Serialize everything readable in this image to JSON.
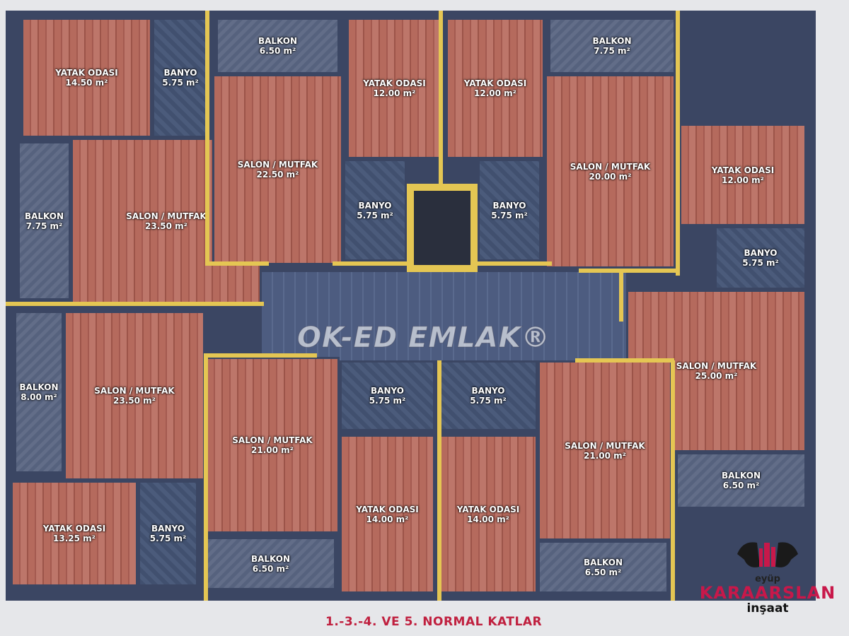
{
  "rooms": [
    {
      "name": "YATAK ODASI",
      "area": "14.50 m²",
      "kind": "wood"
    },
    {
      "name": "BANYO",
      "area": "5.75 m²",
      "kind": "wet"
    },
    {
      "name": "SALON / MUTFAK",
      "area": "23.50 m²",
      "kind": "wood"
    },
    {
      "name": "BALKON",
      "area": "7.75 m²",
      "kind": "balk"
    },
    {
      "name": "BALKON",
      "area": "6.50 m²",
      "kind": "balk"
    },
    {
      "name": "SALON / MUTFAK",
      "area": "22.50 m²",
      "kind": "wood"
    },
    {
      "name": "YATAK ODASI",
      "area": "12.00 m²",
      "kind": "wood"
    },
    {
      "name": "YATAK ODASI",
      "area": "12.00 m²",
      "kind": "wood"
    },
    {
      "name": "BANYO",
      "area": "5.75 m²",
      "kind": "wet"
    },
    {
      "name": "BANYO",
      "area": "5.75 m²",
      "kind": "wet"
    },
    {
      "name": "BALKON",
      "area": "7.75 m²",
      "kind": "balk"
    },
    {
      "name": "SALON / MUTFAK",
      "area": "20.00 m²",
      "kind": "wood"
    },
    {
      "name": "YATAK ODASI",
      "area": "12.00 m²",
      "kind": "wood"
    },
    {
      "name": "BANYO",
      "area": "5.75 m²",
      "kind": "wet"
    },
    {
      "name": "SALON / MUTFAK",
      "area": "25.00 m²",
      "kind": "wood"
    },
    {
      "name": "BALKON",
      "area": "6.50 m²",
      "kind": "balk"
    },
    {
      "name": "BALKON",
      "area": "8.00 m²",
      "kind": "balk"
    },
    {
      "name": "SALON / MUTFAK",
      "area": "23.50 m²",
      "kind": "wood"
    },
    {
      "name": "YATAK ODASI",
      "area": "13.25 m²",
      "kind": "wood"
    },
    {
      "name": "BANYO",
      "area": "5.75 m²",
      "kind": "wet"
    },
    {
      "name": "SALON / MUTFAK",
      "area": "21.00 m²",
      "kind": "wood"
    },
    {
      "name": "BALKON",
      "area": "6.50 m²",
      "kind": "balk"
    },
    {
      "name": "BANYO",
      "area": "5.75 m²",
      "kind": "wet"
    },
    {
      "name": "BANYO",
      "area": "5.75 m²",
      "kind": "wet"
    },
    {
      "name": "YATAK ODASI",
      "area": "14.00 m²",
      "kind": "wood"
    },
    {
      "name": "YATAK ODASI",
      "area": "14.00 m²",
      "kind": "wood"
    },
    {
      "name": "SALON / MUTFAK",
      "area": "21.00 m²",
      "kind": "wood"
    },
    {
      "name": "BALKON",
      "area": "6.50 m²",
      "kind": "balk"
    }
  ],
  "watermark": "OK-ED EMLAK®",
  "caption": "1.-3.-4. VE 5. NORMAL KATLAR",
  "logo": {
    "top": "eyüp",
    "brand": "KARAARSLAN",
    "bottom": "inşaat"
  },
  "colors": {
    "wall": "#3b4663",
    "accent": "#e4c653",
    "brand": "#c8184a"
  }
}
